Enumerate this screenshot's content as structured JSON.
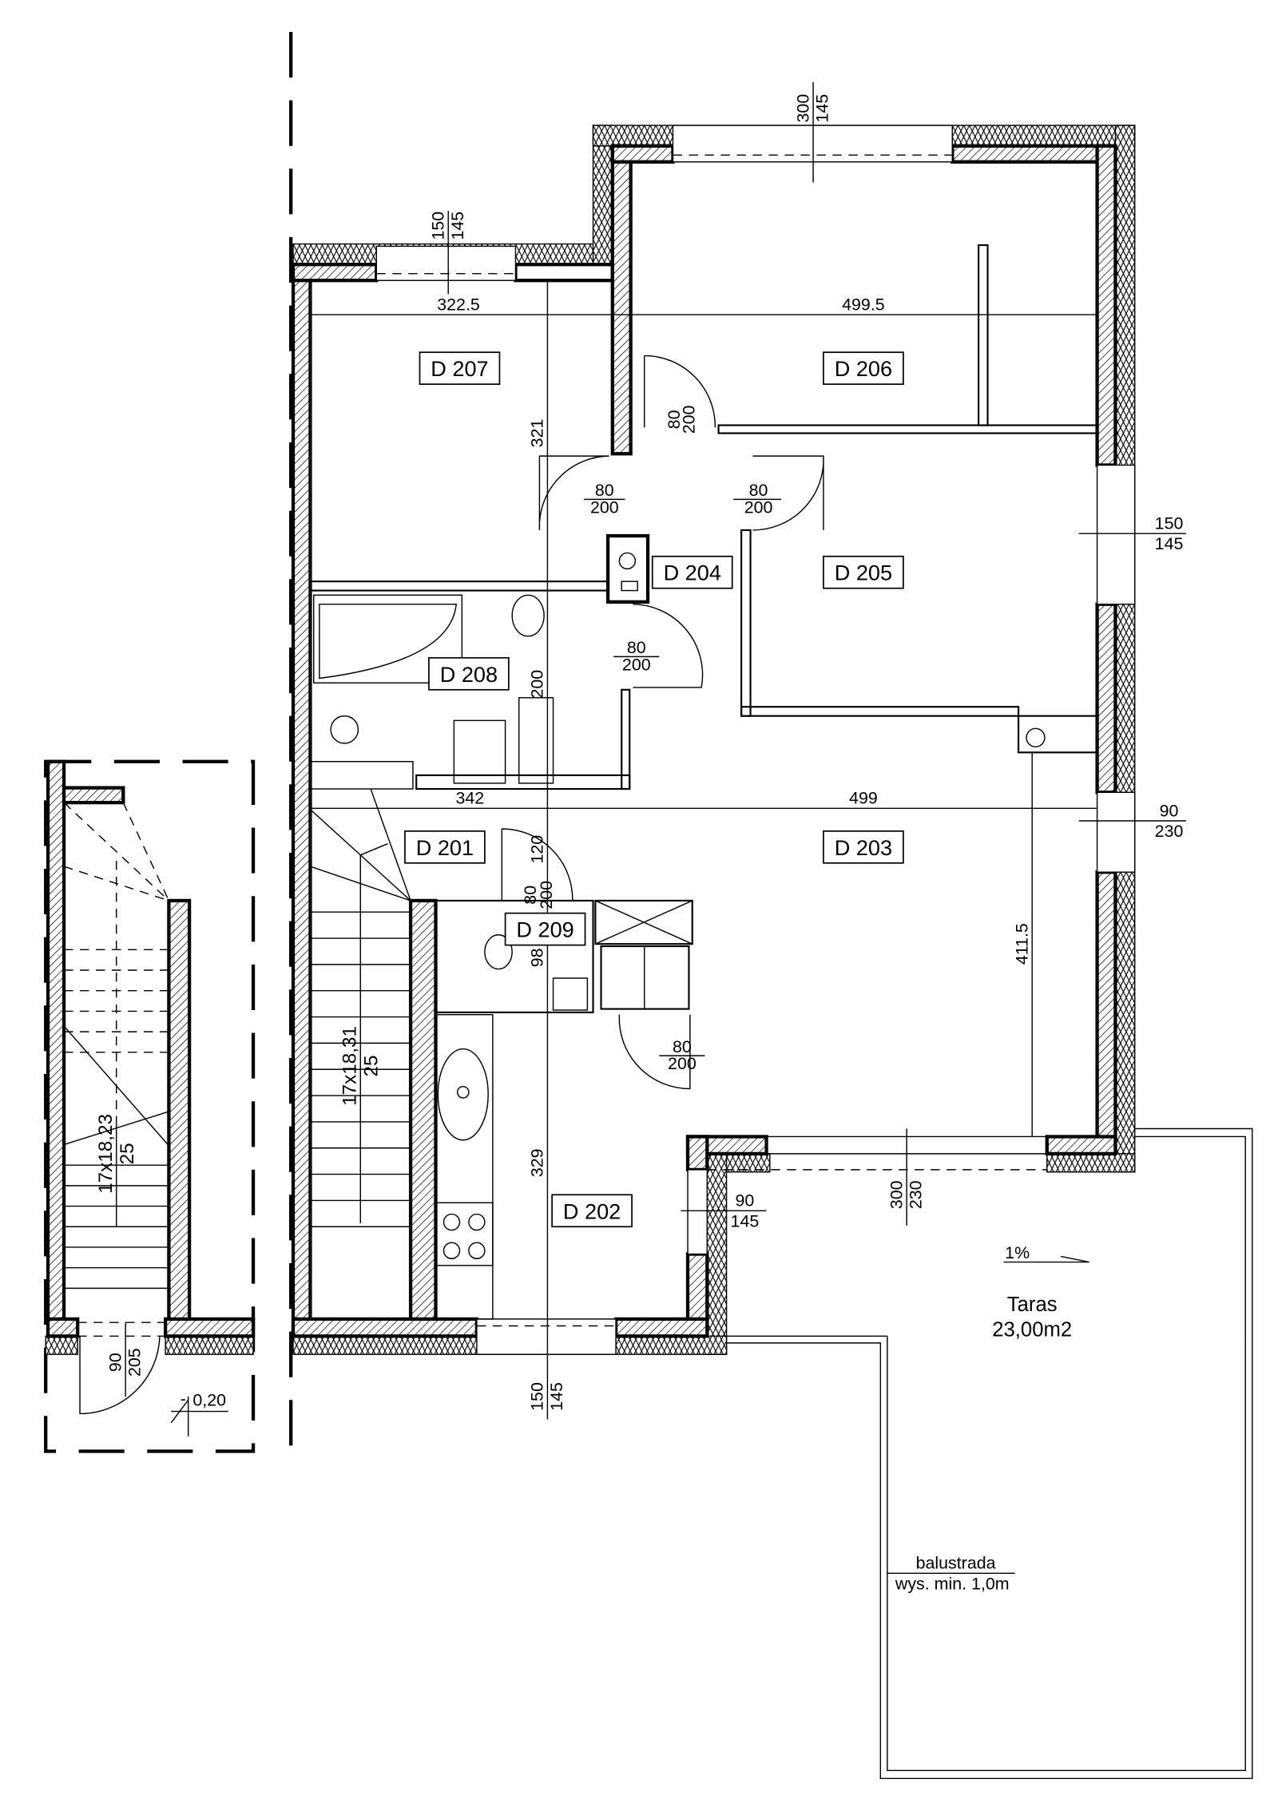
{
  "rooms": [
    {
      "id": "D 201"
    },
    {
      "id": "D 202"
    },
    {
      "id": "D 203"
    },
    {
      "id": "D 204"
    },
    {
      "id": "D 205"
    },
    {
      "id": "D 206"
    },
    {
      "id": "D 207"
    },
    {
      "id": "D 208"
    },
    {
      "id": "D 209"
    }
  ],
  "dimensions": {
    "top_left": "322.5",
    "top_right": "499.5",
    "mid_left": "342",
    "mid_right": "499",
    "v_321": "321",
    "v_200": "200",
    "v_120": "120",
    "v_329": "329",
    "v_411": "411.5",
    "v_98": "98"
  },
  "windows": {
    "w207": [
      "150",
      "145"
    ],
    "w206": [
      "300",
      "145"
    ],
    "w205": [
      "150",
      "145"
    ],
    "w203": [
      "90",
      "230"
    ],
    "terrace_door": [
      "300",
      "230"
    ],
    "w202_side": [
      "90",
      "145"
    ],
    "w202_bottom": [
      "150",
      "145"
    ],
    "entrance": [
      "90",
      "205"
    ]
  },
  "doors": {
    "size": [
      "80",
      "200"
    ]
  },
  "stairs": {
    "main": [
      "17x18,31",
      "25"
    ],
    "ground": [
      "17x18,23",
      "25"
    ]
  },
  "level": {
    "minus": "-",
    "value": "0,20"
  },
  "terrace": {
    "slope": "1%",
    "name": "Taras",
    "area": "23,00m2",
    "rail": "balustrada",
    "rail_note": "wys. min. 1,0m"
  }
}
